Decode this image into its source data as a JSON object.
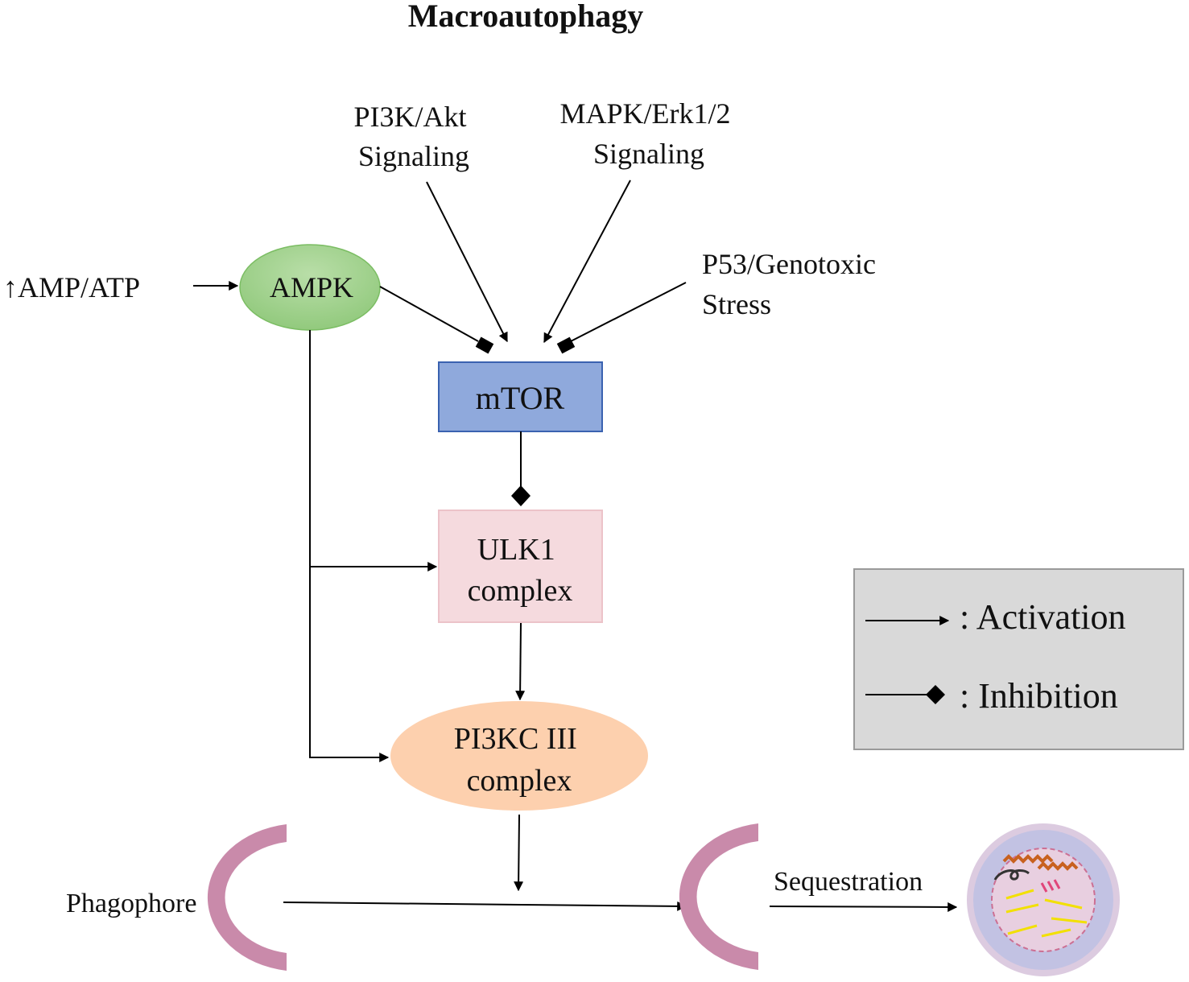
{
  "title": "Macroautophagy",
  "nodes": {
    "ampk": "AMPK",
    "mtor": "mTOR",
    "ulk1": [
      "ULK1",
      "complex"
    ],
    "pi3kc": [
      "PI3KC III",
      "complex"
    ]
  },
  "inputs": {
    "amp_atp": "↑AMP/ATP",
    "pi3k_akt": [
      "PI3K/Akt",
      "Signaling"
    ],
    "mapk": [
      "MAPK/Erk1/2",
      "Signaling"
    ],
    "p53": [
      "P53/Genotoxic",
      "Stress"
    ]
  },
  "labels": {
    "phagophore": "Phagophore",
    "sequestration": "Sequestration"
  },
  "legend": {
    "activation": ": Activation",
    "inhibition": ": Inhibition"
  },
  "colors": {
    "ampk_fill": "#9fcf8a",
    "mtor_fill": "#8fa9dc",
    "mtor_border": "#3a62b0",
    "ulk1_fill": "#f5dade",
    "ulk1_border": "#ecc3c9",
    "pi3kc_fill": "#fdd0ae",
    "legend_fill": "#d9d9d9",
    "phagophore": "#c98aaa",
    "lysosome_outer": "#dccbe0",
    "lysosome_inner": "#c2c2e3"
  }
}
